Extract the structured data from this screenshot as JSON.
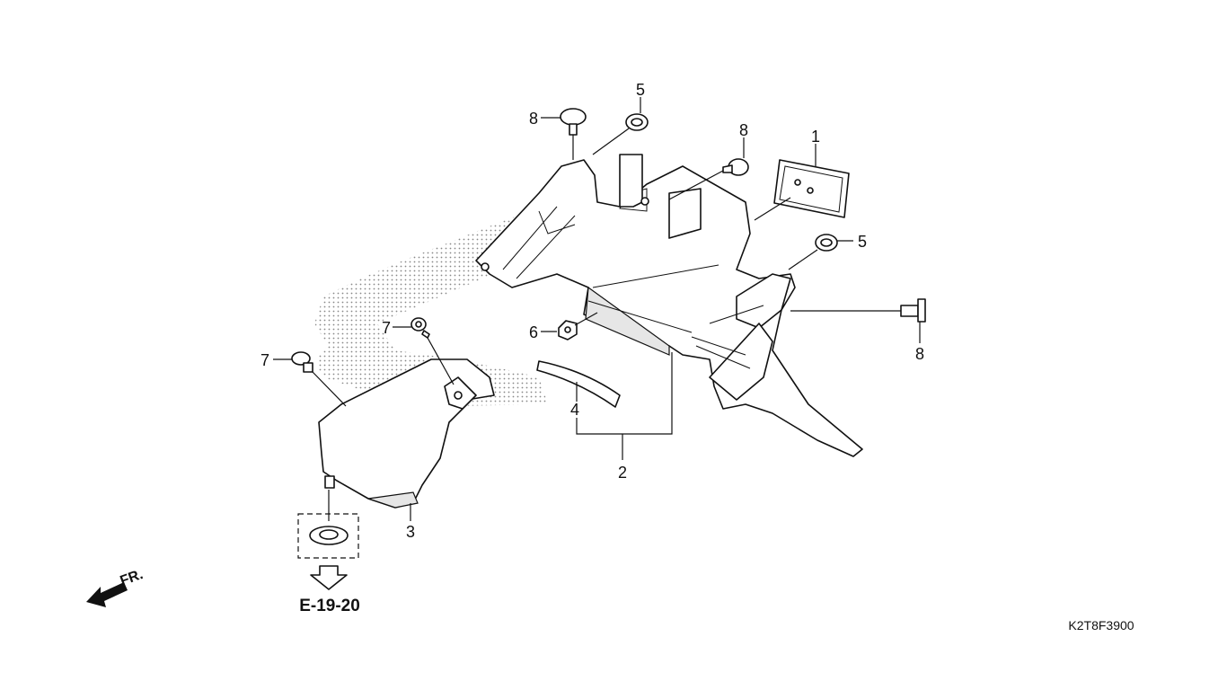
{
  "diagram": {
    "drawing_code": "K2T8F3900",
    "reference": "E-19-20",
    "direction_label": "FR.",
    "callouts": {
      "c1": "1",
      "c2": "2",
      "c3": "3",
      "c4": "4",
      "c5a": "5",
      "c5b": "5",
      "c6": "6",
      "c7a": "7",
      "c7b": "7",
      "c8a": "8",
      "c8b": "8",
      "c8c": "8"
    }
  }
}
